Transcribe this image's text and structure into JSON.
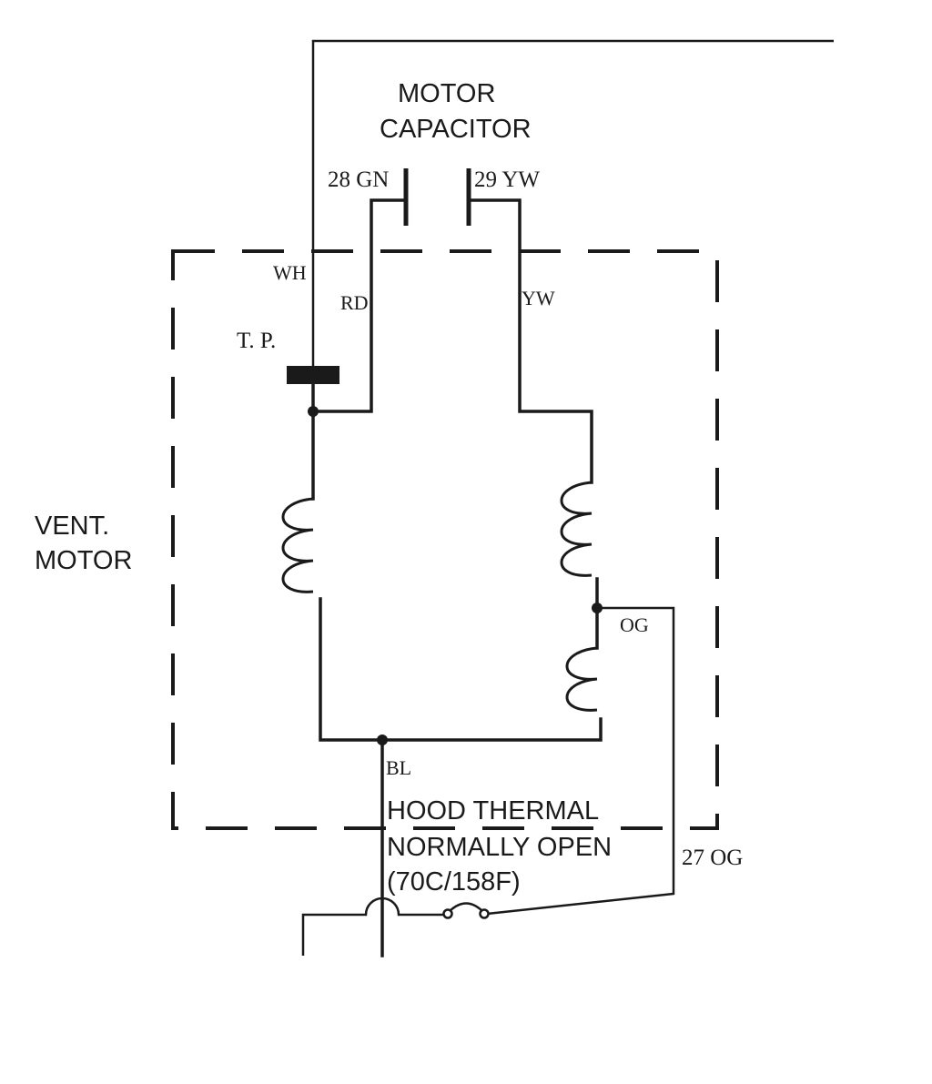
{
  "capacitor": {
    "title_line1": "MOTOR",
    "title_line2": "CAPACITOR",
    "terminal_left": "28 GN",
    "terminal_right": "29 YW"
  },
  "motor": {
    "label_line1": "VENT.",
    "label_line2": "MOTOR"
  },
  "wires": {
    "white": "WH",
    "red": "RD",
    "yellow": "YW",
    "orange": "OG",
    "blue": "BL",
    "terminal_27": "27 OG"
  },
  "thermal_protector": {
    "label": "T. P."
  },
  "hood_thermal": {
    "line1": "HOOD THERMAL",
    "line2": "NORMALLY OPEN",
    "line3": "(70C/158F)"
  }
}
